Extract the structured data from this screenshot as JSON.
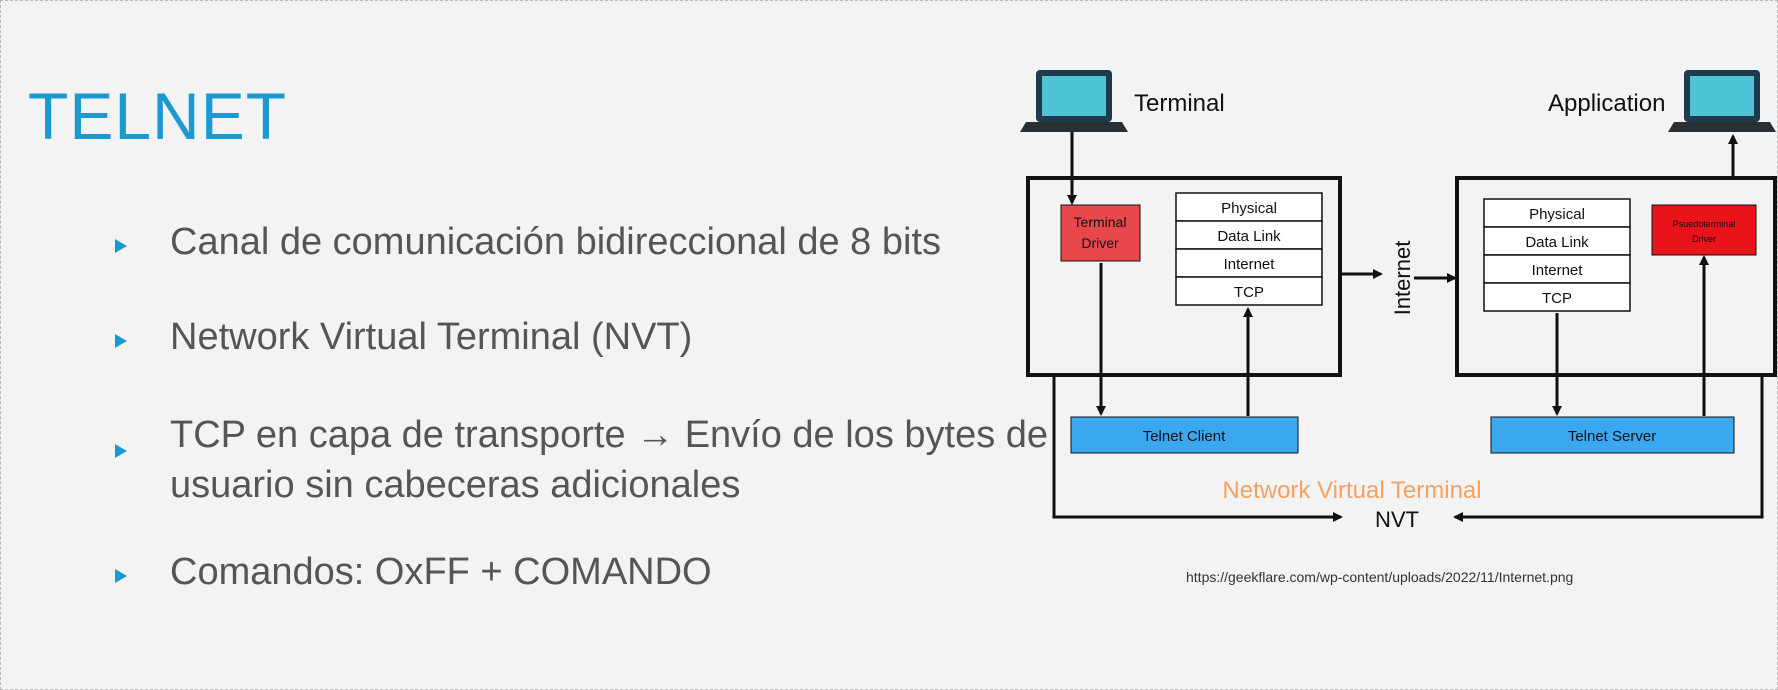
{
  "slide": {
    "title": "TELNET",
    "bullets": [
      {
        "line1": "Canal de comunicación bidireccional de 8 bits",
        "line2": ""
      },
      {
        "line1": "Network Virtual Terminal (NVT)",
        "line2": ""
      },
      {
        "line1": "TCP en capa de transporte → Envío de los bytes de",
        "line2": "usuario sin cabeceras adicionales"
      },
      {
        "line1": "Comandos: OxFF + COMANDO",
        "line2": ""
      }
    ],
    "bullet_color": "#1a9ad0"
  },
  "diagram": {
    "terminal_label": "Terminal",
    "application_label": "Application",
    "terminal_driver": "Terminal Driver",
    "pseudoterminal_driver": "Psuedoterminal Driver",
    "client_stack": [
      "Physical",
      "Data Link",
      "Internet",
      "TCP"
    ],
    "server_stack": [
      "Physical",
      "Data Link",
      "Internet",
      "TCP"
    ],
    "internet_label": "Internet",
    "telnet_client": "Telnet Client",
    "telnet_server": "Telnet Server",
    "nvt_title": "Network Virtual Terminal",
    "nvt_short": "NVT",
    "colors": {
      "driver_red": "#e8474b",
      "pseudo_red": "#e8141a",
      "telnet_blue": "#3aa8f0",
      "nvt_orange": "#f7a060",
      "laptop_screen": "#4fc3d6"
    }
  },
  "source_url": "https://geekflare.com/wp-content/uploads/2022/11/Internet.png"
}
